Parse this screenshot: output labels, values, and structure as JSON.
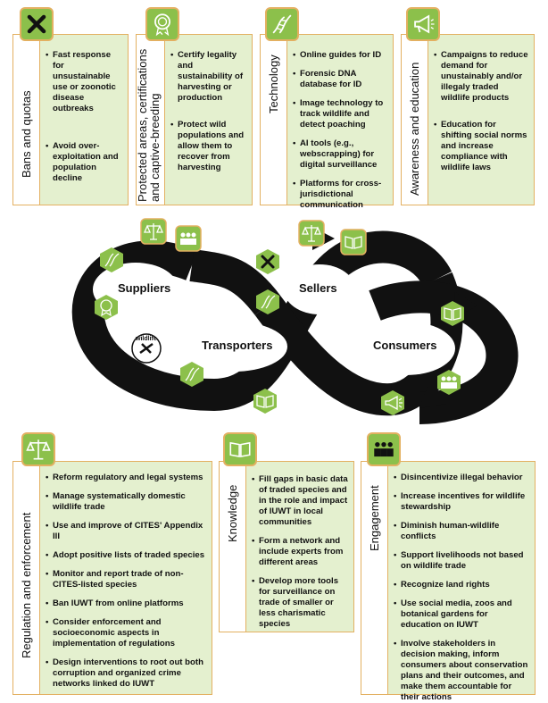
{
  "colors": {
    "accent_green": "#8cc04b",
    "light_green": "#e4f0cf",
    "border_orange": "#e3b061",
    "loop_black": "#111111"
  },
  "top_cards": [
    {
      "title": "Bans and quotas",
      "icon": "x-icon",
      "items": [
        "Fast response for unsustainable use or zoonotic disease outbreaks",
        "Avoid over-exploitation and population decline"
      ]
    },
    {
      "title": "Protected areas, certifications and captive-breeding",
      "icon": "certificate-icon",
      "items": [
        "Certify legality and sustainability of harvesting or production",
        "Protect wild populations and allow them to recover from harvesting"
      ]
    },
    {
      "title": "Technology",
      "icon": "dna-icon",
      "items": [
        "Online guides for ID",
        "Forensic DNA database for ID",
        "Image technology to track wildlife and detect poaching",
        "AI tools (e.g., webscrapping) for digital surveillance",
        "Platforms for cross-jurisdictional communication"
      ]
    },
    {
      "title": "Awareness and education",
      "icon": "megaphone-icon",
      "items": [
        "Campaigns to reduce demand for unustainably and/or illegaly traded wildlife products",
        "Education for shifting social norms and increase compliance with wildlife laws"
      ]
    }
  ],
  "loop": {
    "suppliers": "Suppliers",
    "transporters": "Transporters",
    "sellers": "Sellers",
    "consumers": "Consumers",
    "logo_text": "wildlife"
  },
  "bottom_cards": [
    {
      "title": "Regulation and enforcement",
      "icon": "scales-icon",
      "items": [
        "Reform regulatory and legal systems",
        "Manage systematically domestic wildlife trade",
        "Use and improve of CITES' Appendix III",
        "Adopt positive lists of traded species",
        "Monitor and report trade of non-CITES-listed species",
        "Ban IUWT from online platforms",
        "Consider enforcement and socioeconomic aspects in implementation of regulations",
        "Design interventions to root out both corruption and organized crime networks linked do IUWT"
      ]
    },
    {
      "title": "Knowledge",
      "icon": "book-icon",
      "items": [
        "Fill gaps in basic data of traded species and in the role and impact of IUWT in local communities",
        "Form a network and include experts from different areas",
        "Develop more tools for surveillance on trade of smaller or less charismatic species"
      ]
    },
    {
      "title": "Engagement",
      "icon": "people-icon",
      "items": [
        "Disincentivize illegal behavior",
        "Increase incentives for wildlife stewardship",
        "Diminish human-wildlife conflicts",
        "Support livelihoods not based on wildlife trade",
        "Recognize land rights",
        "Use social media, zoos and botanical gardens for education on IUWT",
        "Involve stakeholders in decision making, inform consumers about conservation plans and their outcomes, and make them accountable for their actions"
      ]
    }
  ]
}
